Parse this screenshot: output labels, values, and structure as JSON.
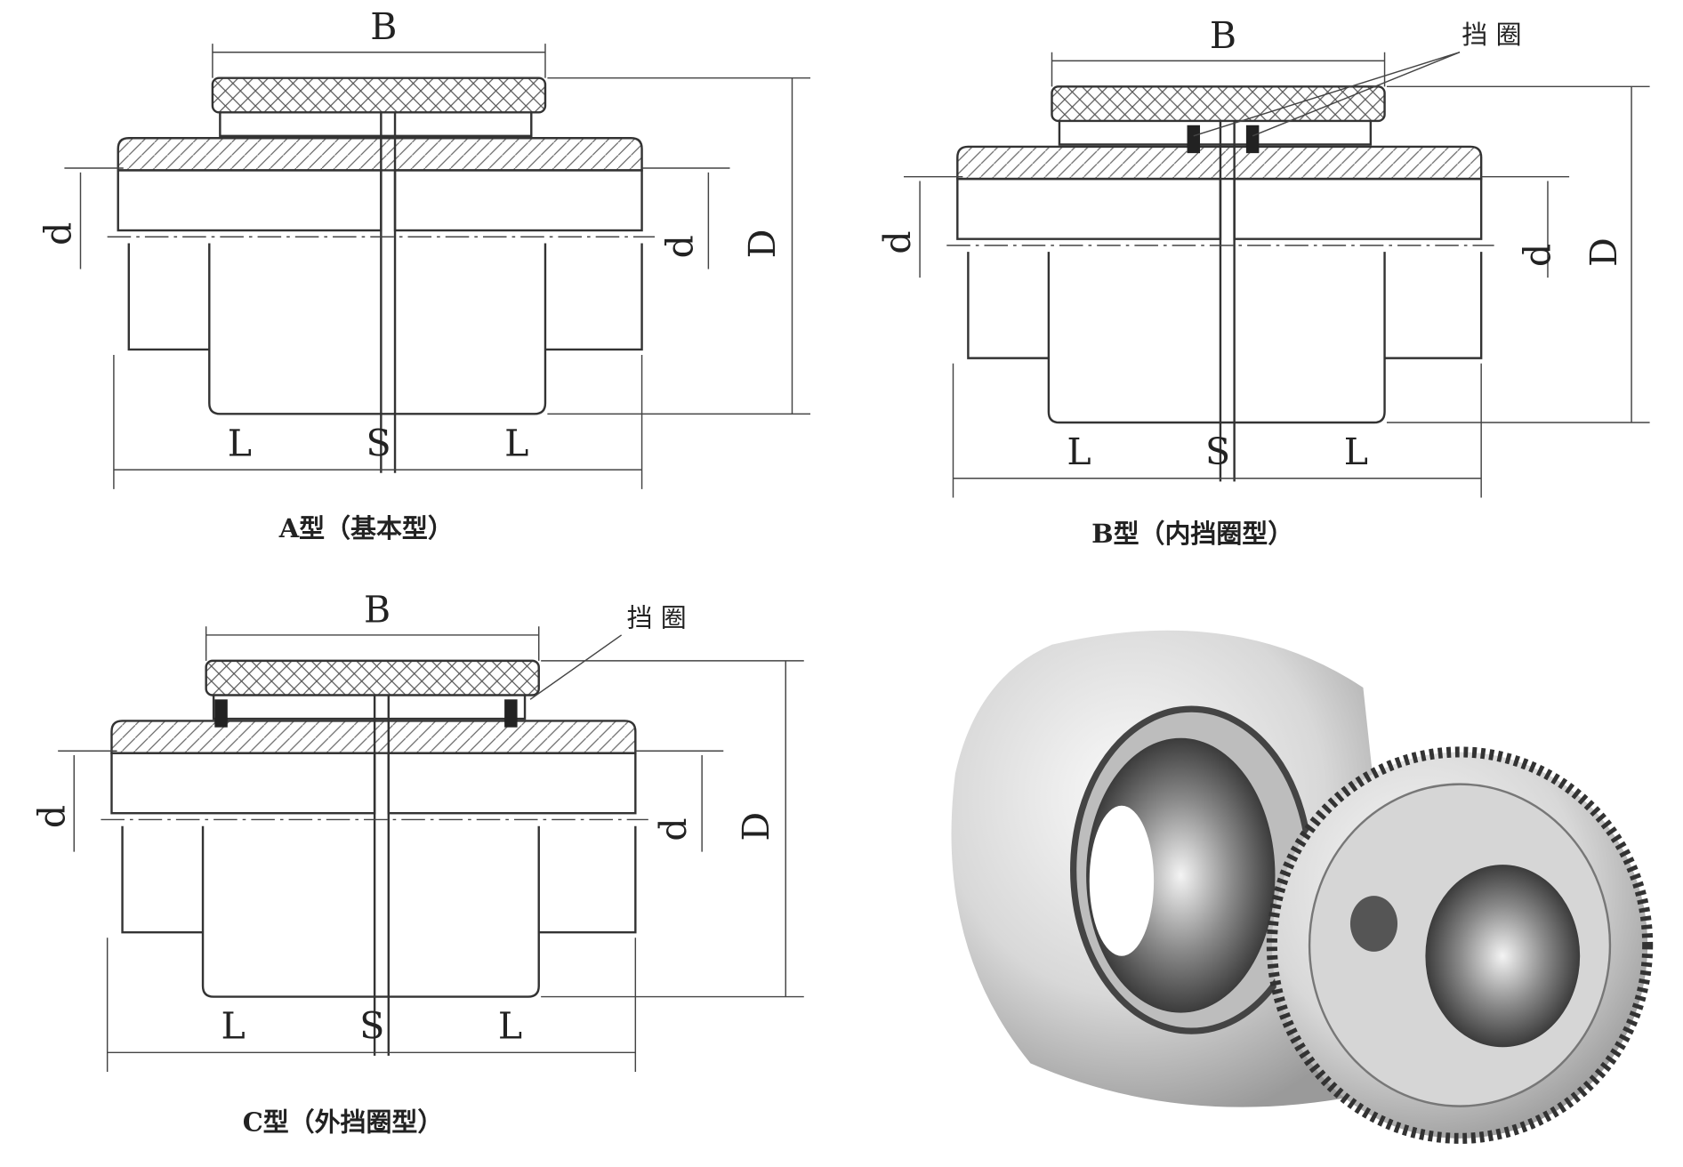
{
  "diagrams": [
    {
      "id": "A",
      "caption": "A型（基本型）",
      "labels": {
        "B": "B",
        "d_left": "d",
        "d_right": "d",
        "D": "D",
        "L_left": "L",
        "S": "S",
        "L_right": "L"
      }
    },
    {
      "id": "B",
      "caption": "B型（内挡圈型）",
      "labels": {
        "B": "B",
        "d_left": "d",
        "d_right": "d",
        "D": "D",
        "L_left": "L",
        "S": "S",
        "L_right": "L"
      },
      "callout": "挡 圈"
    },
    {
      "id": "C",
      "caption": "C型（外挡圈型）",
      "labels": {
        "B": "B",
        "d_left": "d",
        "d_right": "d",
        "D": "D",
        "L_left": "L",
        "S": "S",
        "L_right": "L"
      },
      "callout": "挡 圈"
    }
  ],
  "photo": {
    "subject": "gear-coupling-photo"
  }
}
